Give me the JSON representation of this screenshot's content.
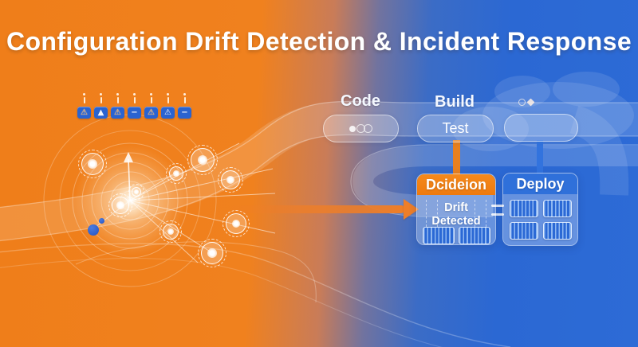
{
  "title": "Configuration Drift Detection & Incident Response",
  "pipeline": {
    "code_label": "Code",
    "build_label": "Build",
    "test_label": "Test"
  },
  "decision_card": {
    "title": "Dcideion",
    "status": "Drift Detected"
  },
  "deploy_card": {
    "title": "Deploy"
  },
  "alerts": {
    "items": [
      {
        "name": "warning-triangle-icon",
        "glyph": "⚠",
        "variant": "orange"
      },
      {
        "name": "solid-triangle-icon",
        "glyph": "▲",
        "variant": "white"
      },
      {
        "name": "warning-triangle-icon",
        "glyph": "⚠",
        "variant": "orange"
      },
      {
        "name": "minus-icon",
        "glyph": "−",
        "variant": "white"
      },
      {
        "name": "warning-triangle-icon",
        "glyph": "⚠",
        "variant": "orange"
      },
      {
        "name": "warning-triangle-icon",
        "glyph": "⚠",
        "variant": "white"
      },
      {
        "name": "minus-icon",
        "glyph": "−",
        "variant": "white"
      }
    ]
  },
  "colors": {
    "background_orange": "#f0811e",
    "background_blue": "#2b68d3",
    "accent_orange": "#ee7e28",
    "decision_header": "#f0820f",
    "deploy_header": "#2f70da",
    "icon_square_blue": "#2a63d0",
    "white": "#ffffff"
  }
}
